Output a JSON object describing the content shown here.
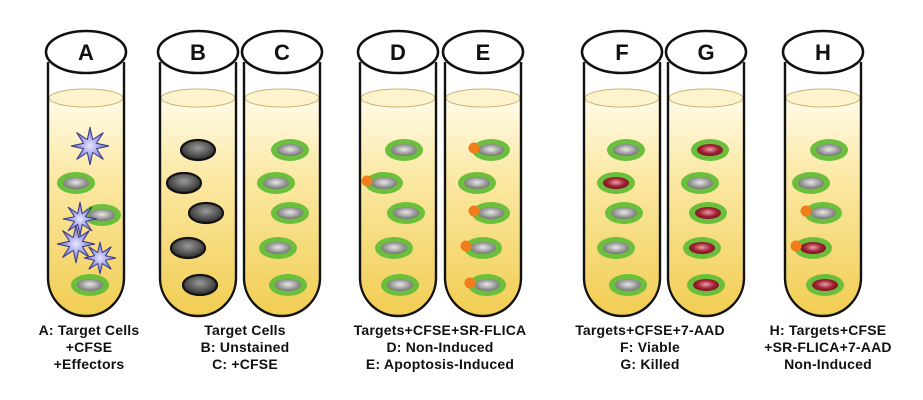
{
  "colors": {
    "liquid_top": "#fff7dc",
    "liquid_bottom": "#f2cf55",
    "tube_outline": "#111111",
    "cfse_ring": "#6cbf3c",
    "cell_gray": "#8a8a8a",
    "killed_red": "#9b1c2c",
    "flica_orange": "#f07c1a",
    "effector": "#7f7fd0",
    "unstained": "#555555"
  },
  "tubes": [
    {
      "letter": "A",
      "cells": [
        "effector",
        "cfse",
        "effector-cfse",
        "effector",
        "cfse"
      ]
    },
    {
      "letter": "B",
      "cells": [
        "unstained",
        "unstained",
        "unstained",
        "unstained",
        "unstained"
      ]
    },
    {
      "letter": "C",
      "cells": [
        "cfse",
        "cfse",
        "cfse",
        "cfse",
        "cfse"
      ]
    },
    {
      "letter": "D",
      "cells": [
        "cfse",
        "cfse-flica",
        "cfse",
        "cfse",
        "cfse"
      ]
    },
    {
      "letter": "E",
      "cells": [
        "cfse-flica",
        "cfse",
        "cfse-flica",
        "cfse-flica",
        "cfse-flica"
      ]
    },
    {
      "letter": "F",
      "cells": [
        "cfse",
        "killed",
        "cfse",
        "cfse",
        "cfse"
      ]
    },
    {
      "letter": "G",
      "cells": [
        "killed",
        "cfse",
        "killed",
        "killed",
        "killed"
      ]
    },
    {
      "letter": "H",
      "cells": [
        "cfse",
        "cfse",
        "cfse-flica",
        "killed-flica",
        "killed"
      ]
    }
  ],
  "captions": {
    "a": [
      "A: Target Cells",
      "+CFSE",
      "+Effectors"
    ],
    "bc": [
      "Target Cells",
      "B: Unstained",
      "C: +CFSE"
    ],
    "de": [
      "Targets+CFSE+SR-FLICA",
      "D: Non-Induced",
      "E: Apoptosis-Induced"
    ],
    "fg": [
      "Targets+CFSE+7-AAD",
      "F: Viable",
      "G: Killed"
    ],
    "h": [
      "H: Targets+CFSE",
      "+SR-FLICA+7-AAD",
      "Non-Induced"
    ]
  }
}
